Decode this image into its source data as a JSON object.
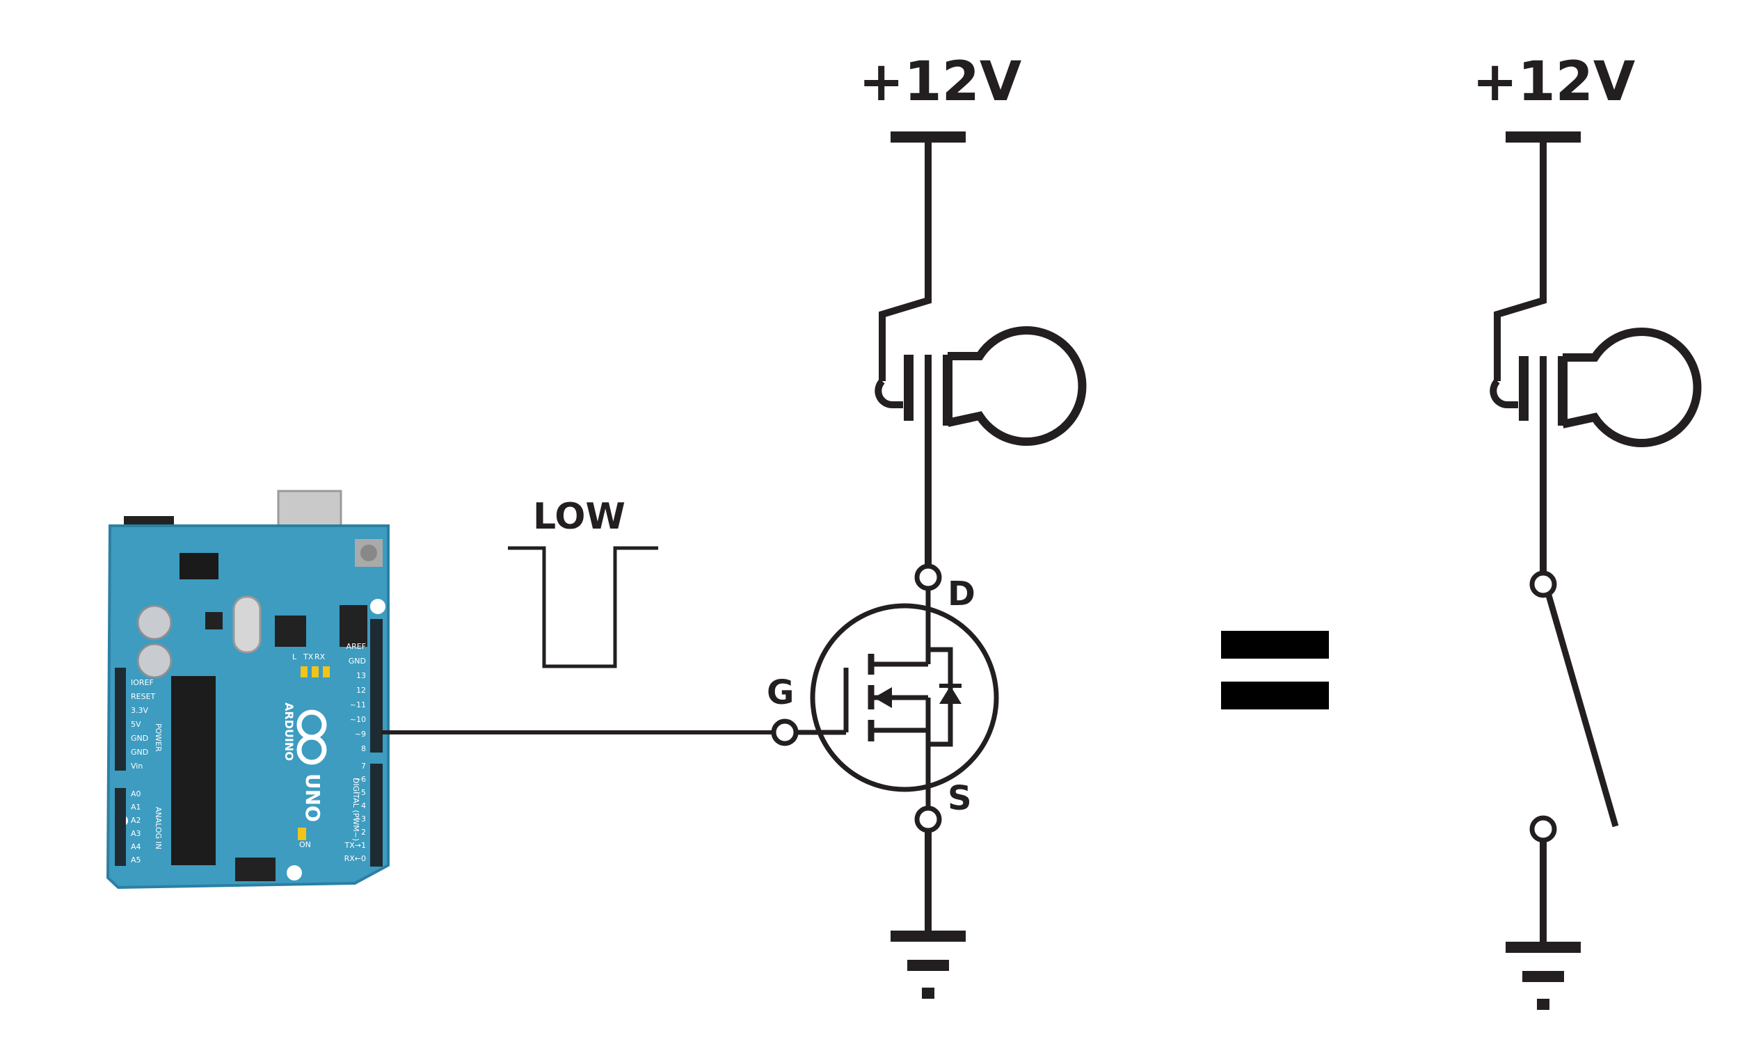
{
  "colors": {
    "ink": "#231f20",
    "board": "#3d9cc0",
    "board_edge": "#2b7fa3",
    "header": "#1f2b33",
    "usb": "#c8c8c8"
  },
  "left_circuit": {
    "supply_label": "+12V",
    "signal_label": "LOW",
    "gate_label": "G",
    "drain_label": "D",
    "source_label": "S"
  },
  "equals_sign": "=",
  "right_circuit": {
    "supply_label": "+12V"
  },
  "arduino": {
    "brand": "ARDUINO",
    "model": "UNO",
    "digital_label": "DIGITAL (PWM~)",
    "power_label": "POWER",
    "analog_label": "ANALOG IN",
    "power_pins": [
      "IOREF",
      "RESET",
      "3.3V",
      "5V",
      "GND",
      "GND",
      "Vin"
    ],
    "analog_pins": [
      "A0",
      "A1",
      "A2",
      "A3",
      "A4",
      "A5"
    ],
    "digital_top": [
      "AREF",
      "GND",
      "13",
      "12",
      "~11",
      "~10",
      "~9",
      "8"
    ],
    "digital_bottom": [
      "7",
      "~6",
      "~5",
      "4",
      "~3",
      "2",
      "TX→1",
      "RX←0"
    ],
    "led_labels": [
      "L",
      "TX",
      "RX"
    ],
    "on_label": "ON"
  }
}
